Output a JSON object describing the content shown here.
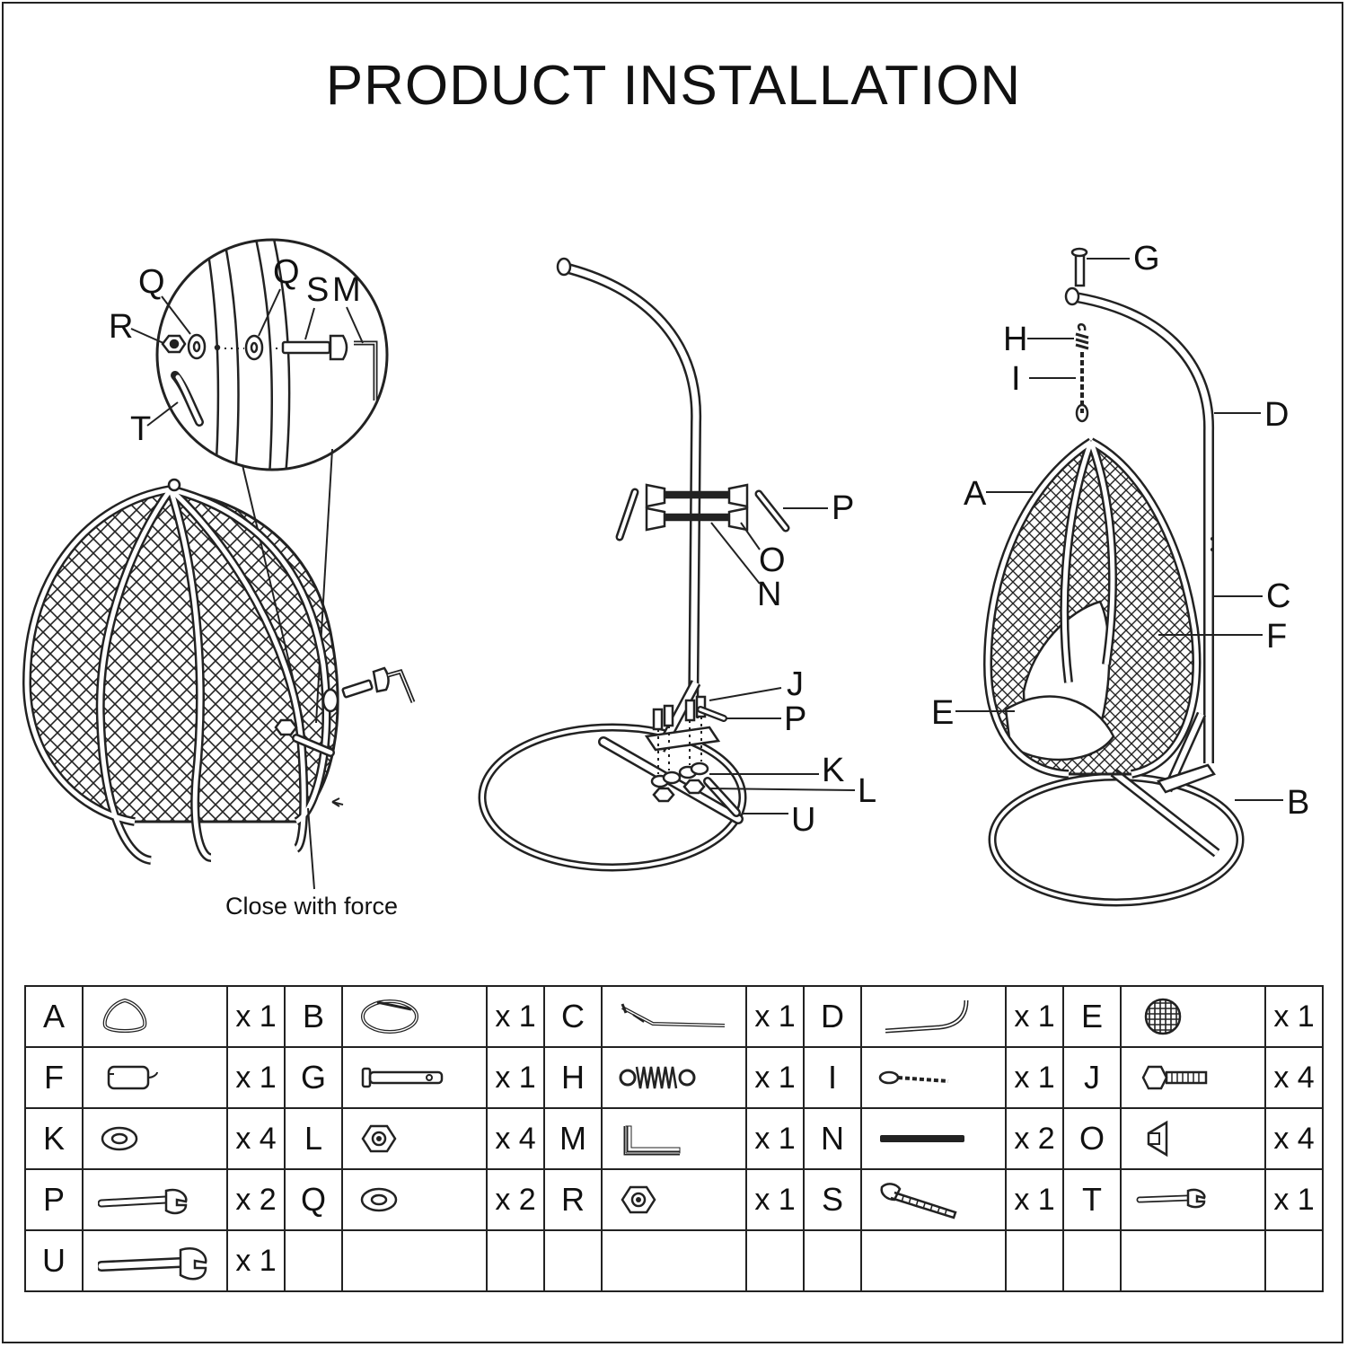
{
  "page": {
    "title": "PRODUCT INSTALLATION"
  },
  "diagram": {
    "step1": {
      "callouts": {
        "Q1": "Q",
        "Q2": "Q",
        "S": "S",
        "M": "M",
        "R": "R",
        "T": "T"
      },
      "note": "Close with force"
    },
    "step2": {
      "callouts": {
        "P1": "P",
        "O": "O",
        "N": "N",
        "J": "J",
        "P2": "P",
        "K": "K",
        "L": "L",
        "U": "U"
      }
    },
    "step3": {
      "callouts": {
        "G": "G",
        "H": "H",
        "I": "I",
        "D": "D",
        "A": "A",
        "C": "C",
        "F": "F",
        "E": "E",
        "B": "B"
      }
    }
  },
  "parts": [
    [
      {
        "letter": "A",
        "qty": "x 1",
        "icon": "egg-frame-icon"
      },
      {
        "letter": "B",
        "qty": "x 1",
        "icon": "ring-base-icon"
      },
      {
        "letter": "C",
        "qty": "x 1",
        "icon": "base-bar-icon"
      },
      {
        "letter": "D",
        "qty": "x 1",
        "icon": "curved-pole-icon"
      },
      {
        "letter": "E",
        "qty": "x 1",
        "icon": "mesh-cushion-icon"
      }
    ],
    [
      {
        "letter": "F",
        "qty": "x 1",
        "icon": "pillow-icon"
      },
      {
        "letter": "G",
        "qty": "x 1",
        "icon": "pin-icon"
      },
      {
        "letter": "H",
        "qty": "x 1",
        "icon": "spring-icon"
      },
      {
        "letter": "I",
        "qty": "x 1",
        "icon": "chain-icon"
      },
      {
        "letter": "J",
        "qty": "x 4",
        "icon": "hex-bolt-icon"
      }
    ],
    [
      {
        "letter": "K",
        "qty": "x 4",
        "icon": "washer-icon"
      },
      {
        "letter": "L",
        "qty": "x 4",
        "icon": "hex-nut-icon"
      },
      {
        "letter": "M",
        "qty": "x 1",
        "icon": "allen-key-icon"
      },
      {
        "letter": "N",
        "qty": "x 2",
        "icon": "threaded-rod-icon"
      },
      {
        "letter": "O",
        "qty": "x 4",
        "icon": "clamp-block-icon"
      }
    ],
    [
      {
        "letter": "P",
        "qty": "x 2",
        "icon": "wrench-icon"
      },
      {
        "letter": "Q",
        "qty": "x 2",
        "icon": "washer-icon"
      },
      {
        "letter": "R",
        "qty": "x 1",
        "icon": "hex-nut-icon"
      },
      {
        "letter": "S",
        "qty": "x 1",
        "icon": "screw-icon"
      },
      {
        "letter": "T",
        "qty": "x 1",
        "icon": "small-wrench-icon"
      }
    ],
    [
      {
        "letter": "U",
        "qty": "x 1",
        "icon": "large-wrench-icon"
      },
      {
        "letter": "",
        "qty": "",
        "icon": ""
      },
      {
        "letter": "",
        "qty": "",
        "icon": ""
      },
      {
        "letter": "",
        "qty": "",
        "icon": ""
      },
      {
        "letter": "",
        "qty": "",
        "icon": ""
      }
    ]
  ]
}
